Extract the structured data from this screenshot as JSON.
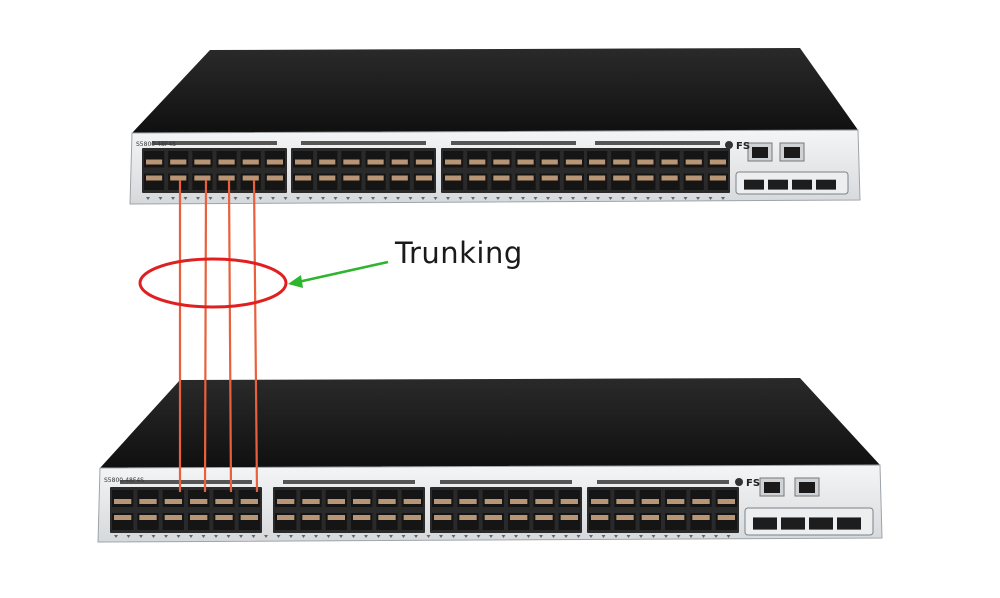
{
  "diagram": {
    "annotation_label": "Trunking",
    "switches": [
      {
        "model_label": "S5800-48F4S",
        "brand_label": "FS"
      },
      {
        "model_label": "S5800-48F4S",
        "brand_label": "FS"
      }
    ],
    "colors": {
      "link": "#e8603c",
      "ellipse": "#e02020",
      "arrow": "#2db52d",
      "chassis_top": "#1c1c1c",
      "front_panel": "#e9ebec",
      "port_body": "#b89574"
    },
    "sfp_groups": 4,
    "sfp_ports_per_group": 12,
    "uplink_sfp_ports": 4,
    "rj45_ports": 2,
    "trunk_link_count": 4
  }
}
